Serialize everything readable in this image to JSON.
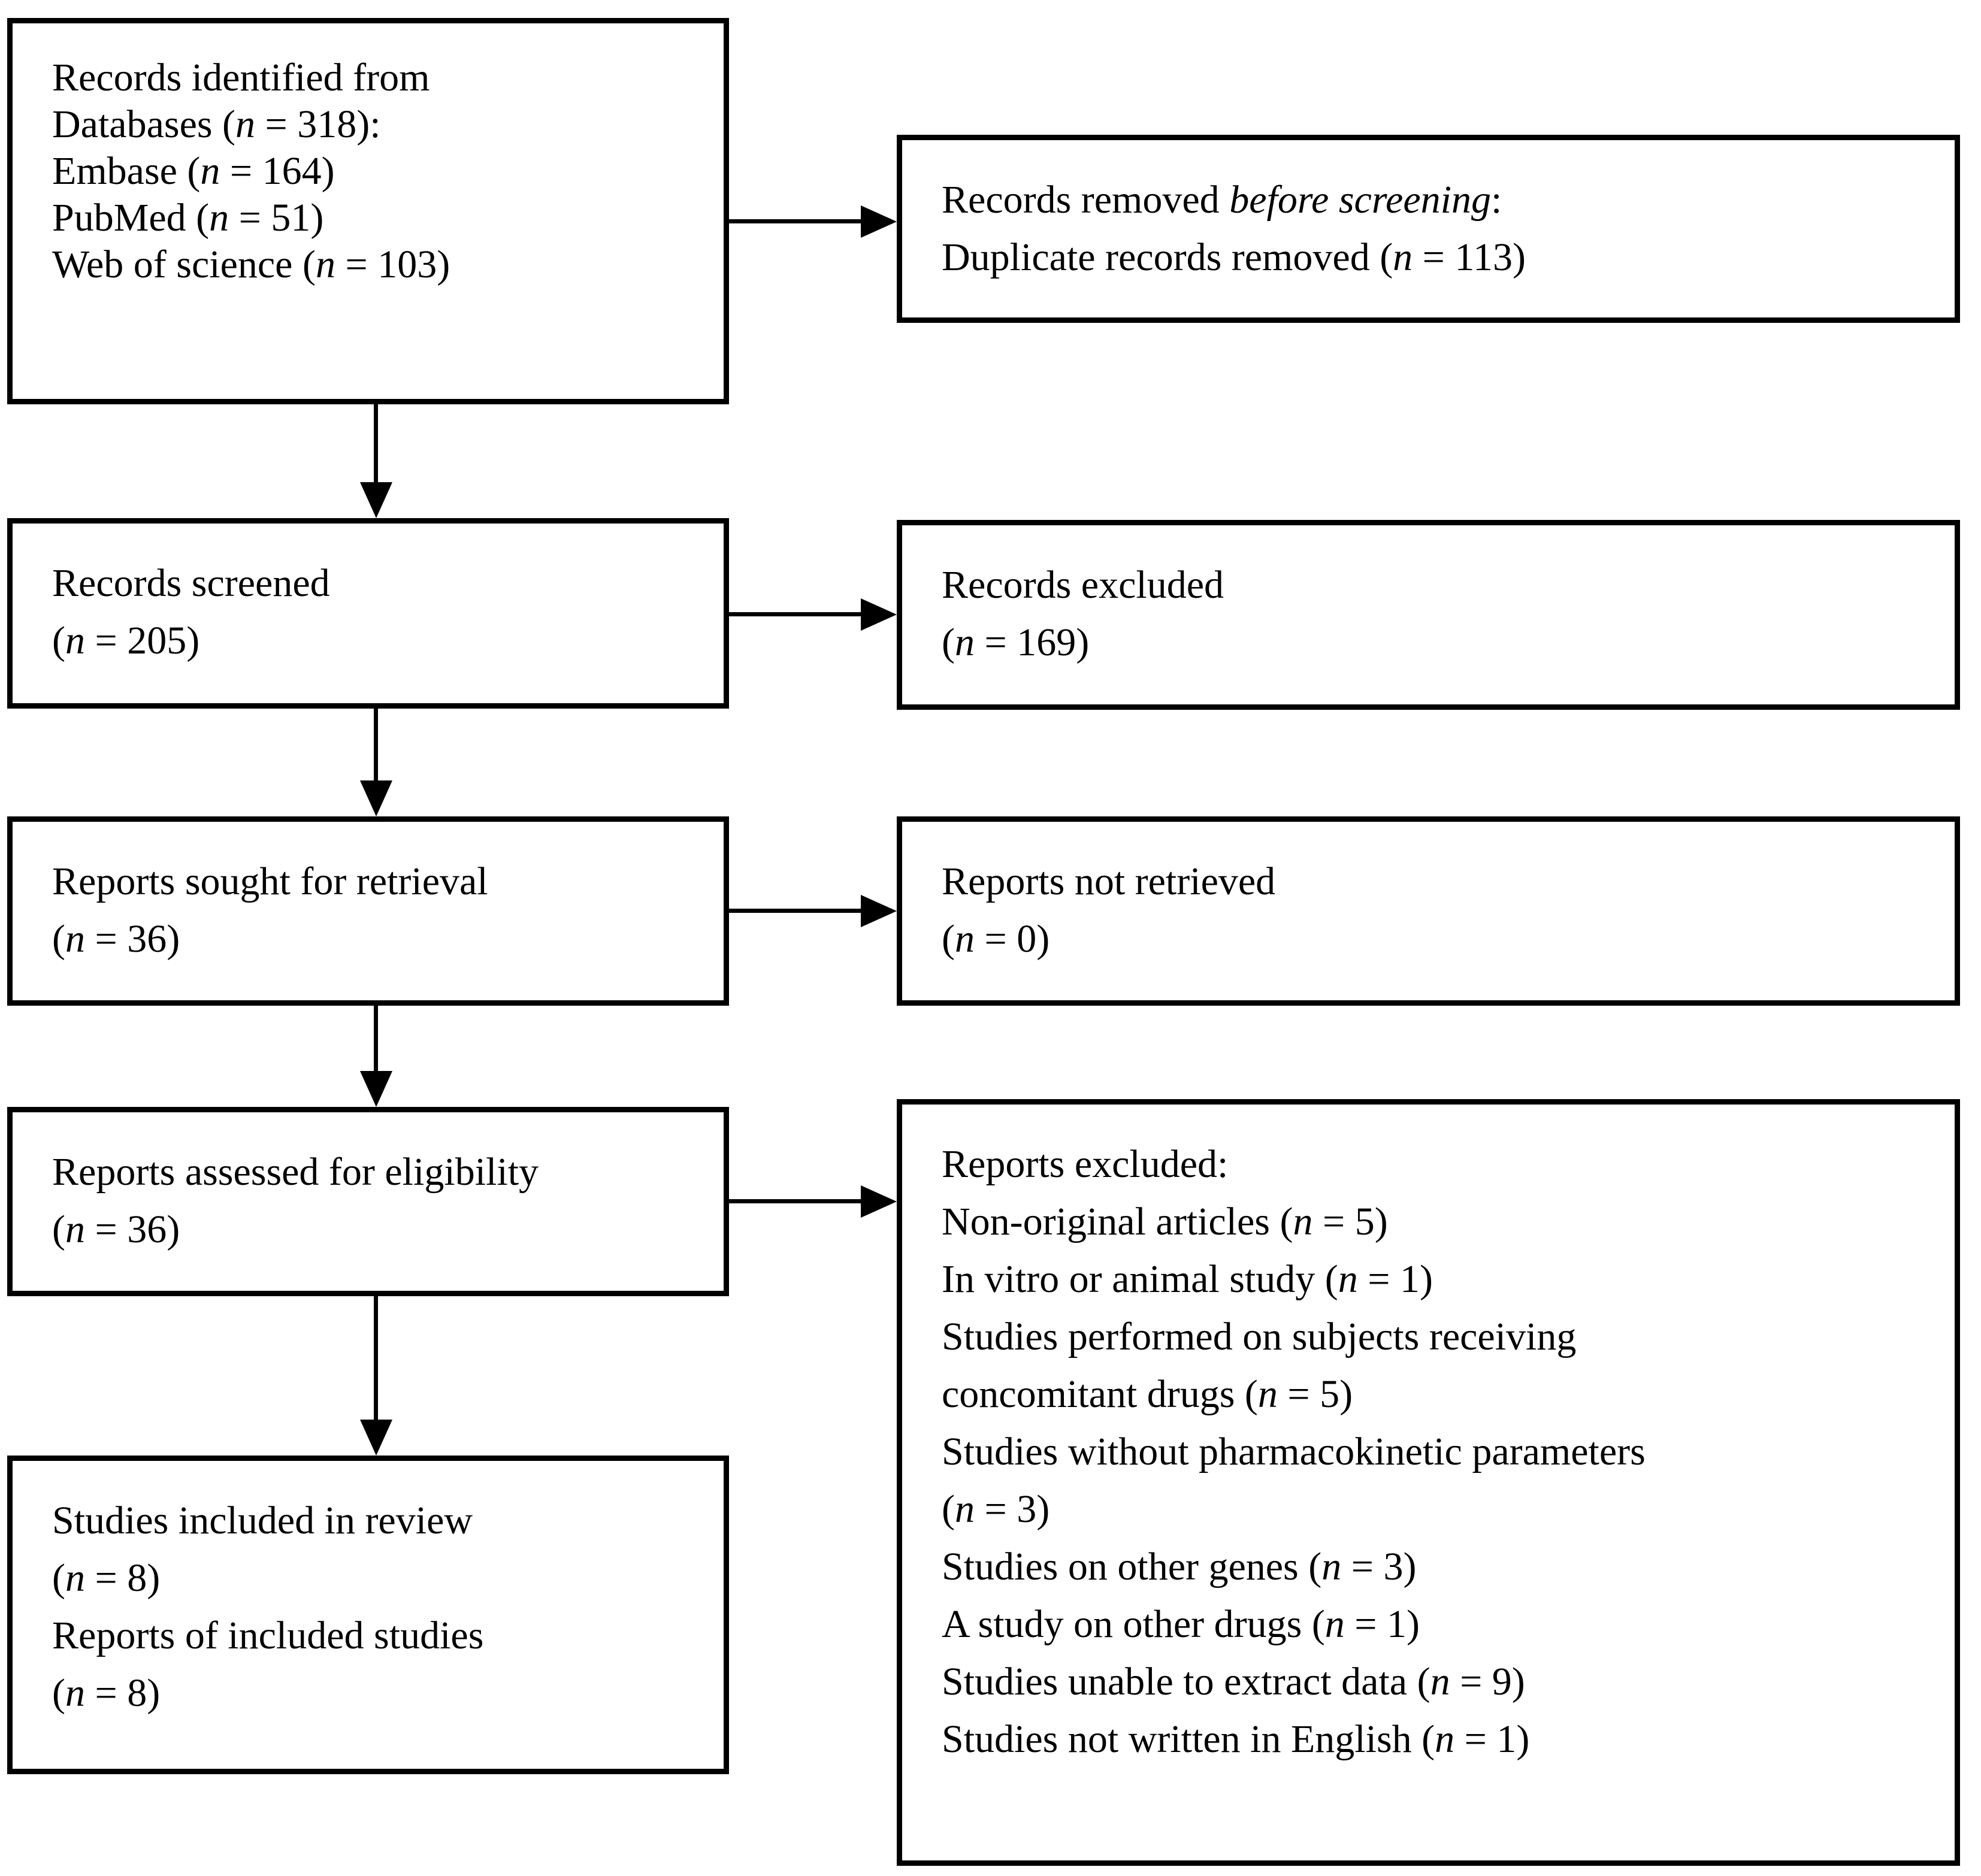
{
  "figure": {
    "type": "prisma-flow-diagram",
    "colors": {
      "line": "#000000",
      "background": "#ffffff",
      "text": "#000000"
    },
    "italic_phrases": [
      "before screening"
    ],
    "boxes": {
      "identified": {
        "lines": [
          "Records identified from",
          "Databases (n = 318):",
          "Embase (n = 164)",
          "PubMed (n = 51)",
          "Web of science (n = 103)"
        ]
      },
      "removed_before_screening": {
        "lines": [
          "Records removed before screening:",
          "Duplicate records removed (n = 113)"
        ]
      },
      "screened": {
        "lines": [
          "Records screened",
          "(n = 205)"
        ]
      },
      "records_excluded": {
        "lines": [
          "Records excluded",
          "(n = 169)"
        ]
      },
      "sought_for_retrieval": {
        "lines": [
          "Reports sought for retrieval",
          "(n = 36)"
        ]
      },
      "not_retrieved": {
        "lines": [
          "Reports not retrieved",
          "(n = 0)"
        ]
      },
      "assessed_for_eligibility": {
        "lines": [
          "Reports assessed for eligibility",
          "(n = 36)"
        ]
      },
      "reports_excluded": {
        "lines": [
          "Reports excluded:",
          "Non-original articles (n = 5)",
          "In vitro or animal study (n = 1)",
          "Studies performed on subjects receiving",
          "concomitant drugs (n = 5)",
          "Studies without pharmacokinetic parameters",
          "(n = 3)",
          "Studies on other genes (n = 3)",
          "A study on other drugs (n = 1)",
          "Studies unable to extract data (n = 9)",
          "Studies not written in English (n = 1)"
        ]
      },
      "included_in_review": {
        "lines": [
          "Studies included in review",
          "(n = 8)",
          "Reports of included studies",
          "(n = 8)"
        ]
      }
    }
  }
}
